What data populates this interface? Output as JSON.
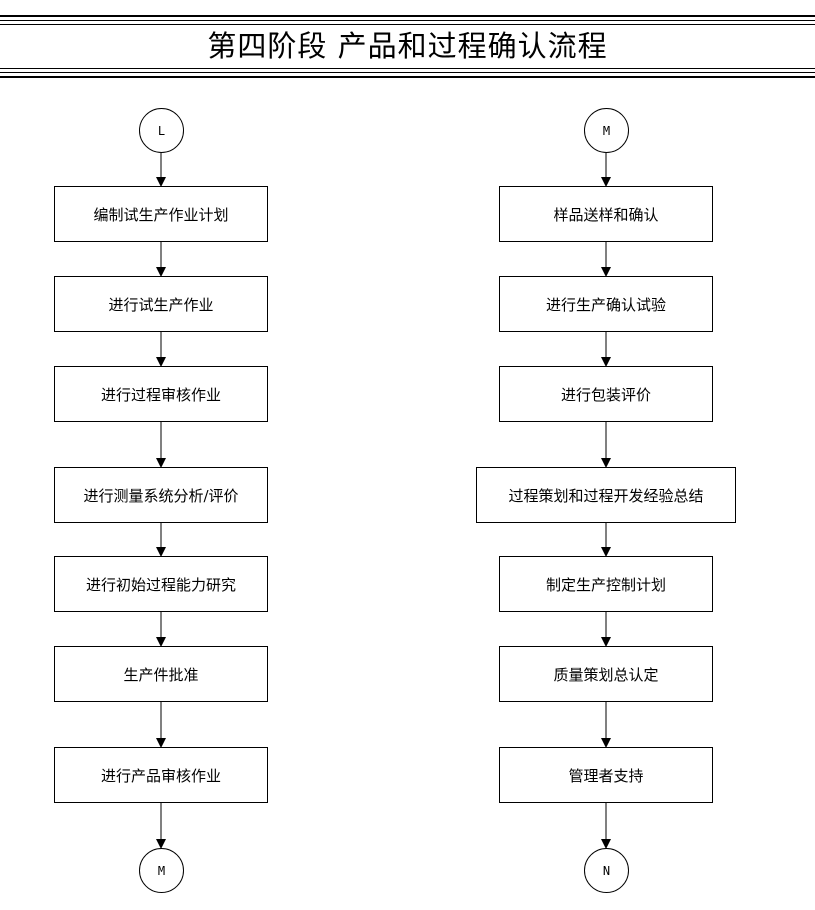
{
  "title": "第四阶段  产品和过程确认流程",
  "left": {
    "start": "L",
    "steps": [
      "编制试生产作业计划",
      "进行试生产作业",
      "进行过程审核作业",
      "进行测量系统分析/评价",
      "进行初始过程能力研究",
      "生产件批准",
      "进行产品审核作业"
    ],
    "end": "M"
  },
  "right": {
    "start": "M",
    "steps": [
      "样品送样和确认",
      "进行生产确认试验",
      "进行包装评价",
      "过程策划和过程开发经验总结",
      "制定生产控制计划",
      "质量策划总认定",
      "管理者支持"
    ],
    "end": "N"
  }
}
